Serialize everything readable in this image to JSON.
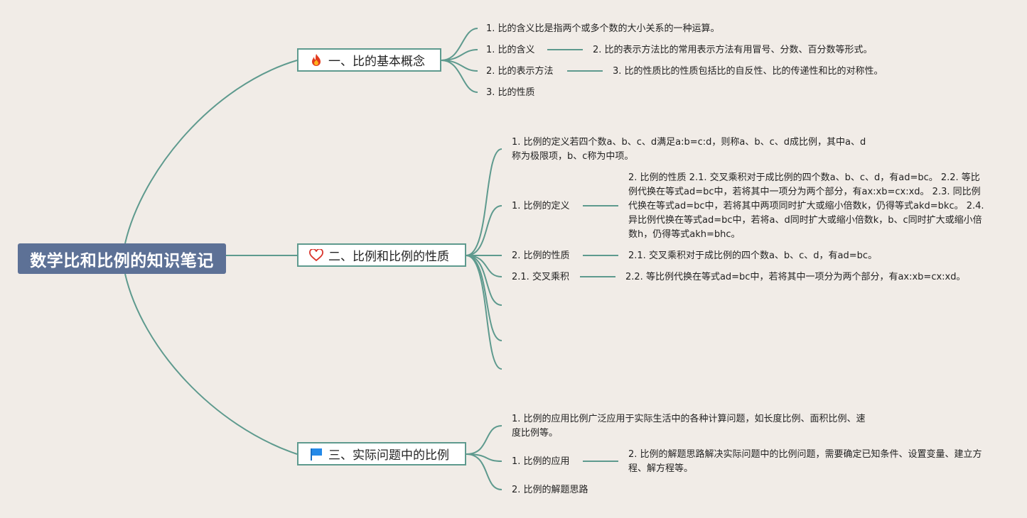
{
  "root": {
    "title": "数学比和比例的知识笔记"
  },
  "branches": [
    {
      "label": "一、比的基本概念",
      "icon": "fire-icon",
      "children": [
        {
          "text": "1. 比的含义比是指两个或多个数的大小关系的一种运算。"
        },
        {
          "text": "1. 比的含义",
          "note": "2. 比的表示方法比的常用表示方法有用冒号、分数、百分数等形式。"
        },
        {
          "text": "2. 比的表示方法",
          "note": "3. 比的性质比的性质包括比的自反性、比的传递性和比的对称性。"
        },
        {
          "text": "3. 比的性质"
        }
      ]
    },
    {
      "label": "二、比例和比例的性质",
      "icon": "heart-icon",
      "children": [
        {
          "text": "1. 比例的定义若四个数a、b、c、d满足a:b=c:d，则称a、b、c、d成比例，其中a、d称为极限项，b、c称为中项。"
        },
        {
          "text": "1. 比例的定义",
          "note": "2. 比例的性质 2.1. 交叉乘积对于成比例的四个数a、b、c、d，有ad=bc。 2.2. 等比例代换在等式ad=bc中，若将其中一项分为两个部分，有ax:xb=cx:xd。 2.3. 同比例代换在等式ad=bc中，若将其中两项同时扩大或缩小倍数k，仍得等式akd=bkc。 2.4. 异比例代换在等式ad=bc中，若将a、d同时扩大或缩小倍数k，b、c同时扩大或缩小倍数h，仍得等式akh=bhc。"
        },
        {
          "text": "2. 比例的性质",
          "note": "2.1. 交叉乘积对于成比例的四个数a、b、c、d，有ad=bc。"
        },
        {
          "text": "2.1. 交叉乘积",
          "note": "2.2. 等比例代换在等式ad=bc中，若将其中一项分为两个部分，有ax:xb=cx:xd。"
        }
      ]
    },
    {
      "label": "三、实际问题中的比例",
      "icon": "flag-icon",
      "children": [
        {
          "text": "1. 比例的应用比例广泛应用于实际生活中的各种计算问题，如长度比例、面积比例、速度比例等。"
        },
        {
          "text": "1. 比例的应用",
          "note": "2. 比例的解题思路解决实际问题中的比例问题，需要确定已知条件、设置变量、建立方程、解方程等。"
        },
        {
          "text": "2. 比例的解题思路"
        }
      ]
    }
  ],
  "colors": {
    "line": "#5e9a8e",
    "root_bg": "#5d7196",
    "background": "#f1ece7"
  }
}
